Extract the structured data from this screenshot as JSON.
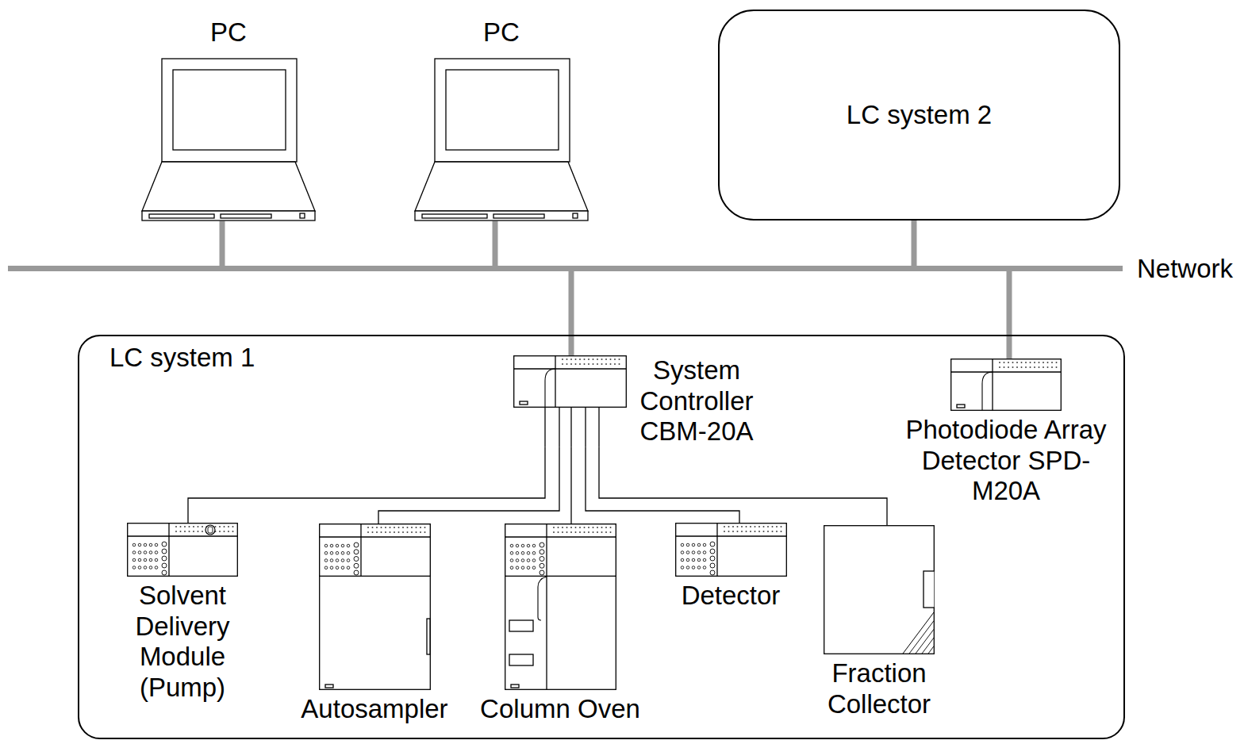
{
  "diagram": {
    "nodes": [
      {
        "text": [
          "PC"
        ]
      },
      {
        "text": [
          "PC"
        ]
      },
      {
        "text": [
          "LC system 2"
        ]
      },
      {
        "text": [
          "Network"
        ]
      },
      {
        "text": [
          "LC system 1"
        ]
      },
      {
        "text": [
          "System Controller CBM-20A"
        ],
        "in": 4
      },
      {
        "text": [
          "Photodiode Array Detector SPD-M20A"
        ],
        "in": 4
      },
      {
        "text": [
          "Solvent Delivery Module (Pump)"
        ],
        "in": 4
      },
      {
        "text": [
          "Autosampler"
        ],
        "in": 4
      },
      {
        "text": [
          "Column Oven"
        ],
        "in": 4
      },
      {
        "text": [
          "Detector"
        ],
        "in": 4
      },
      {
        "text": [
          "Fraction Collector"
        ],
        "in": 4
      }
    ],
    "edges": [
      {
        "from": 0,
        "to": 3,
        "arrow": "none"
      },
      {
        "from": 1,
        "to": 3,
        "arrow": "none"
      },
      {
        "from": 2,
        "to": 3,
        "arrow": "none"
      },
      {
        "from": 3,
        "to": 5,
        "arrow": "none"
      },
      {
        "from": 3,
        "to": 6,
        "arrow": "none"
      },
      {
        "from": 5,
        "to": 7,
        "arrow": "none"
      },
      {
        "from": 5,
        "to": 8,
        "arrow": "none"
      },
      {
        "from": 5,
        "to": 9,
        "arrow": "none"
      },
      {
        "from": 5,
        "to": 10,
        "arrow": "none"
      },
      {
        "from": 5,
        "to": 11,
        "arrow": "none"
      }
    ]
  }
}
